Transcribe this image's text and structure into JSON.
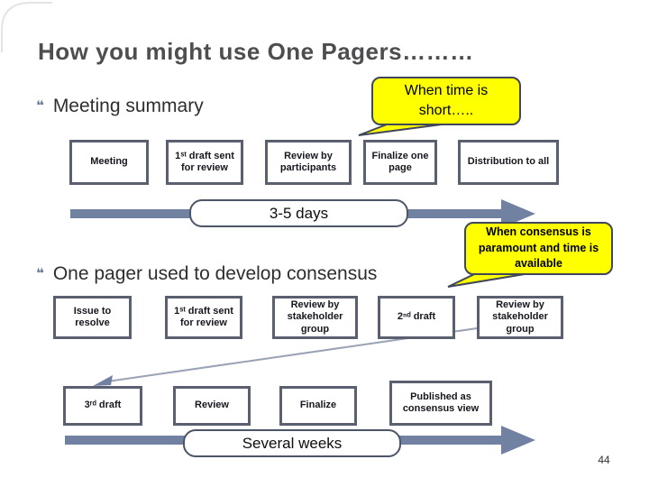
{
  "slide": {
    "title": "How you might use One Pagers………",
    "page_number": "44",
    "bullet_glyph": "❝",
    "colors": {
      "accent_slate": "#7081a1",
      "box_border": "#5a6070",
      "callout_yellow": "#ffff00",
      "callout_border": "#40475a",
      "title_gray": "#4e4e50"
    }
  },
  "callouts": {
    "time_short": "When time is short…..",
    "consensus": "When consensus is paramount and time is available"
  },
  "section_meeting": {
    "bullet": "Meeting summary",
    "timeline_label": "3-5 days",
    "steps": [
      "Meeting",
      "1ˢᵗ draft sent for review",
      "Review by participants",
      "Finalize one page",
      "Distribution to all"
    ]
  },
  "section_consensus": {
    "bullet": "One pager used to develop consensus",
    "timeline_label": "Several weeks",
    "steps_row1": [
      "Issue to resolve",
      "1ˢᵗ draft sent for review",
      "Review by stakeholder group",
      "2ⁿᵈ draft",
      "Review by stakeholder group"
    ],
    "steps_row2": [
      "3ʳᵈ draft",
      "Review",
      "Finalize",
      "Published as consensus view"
    ]
  }
}
